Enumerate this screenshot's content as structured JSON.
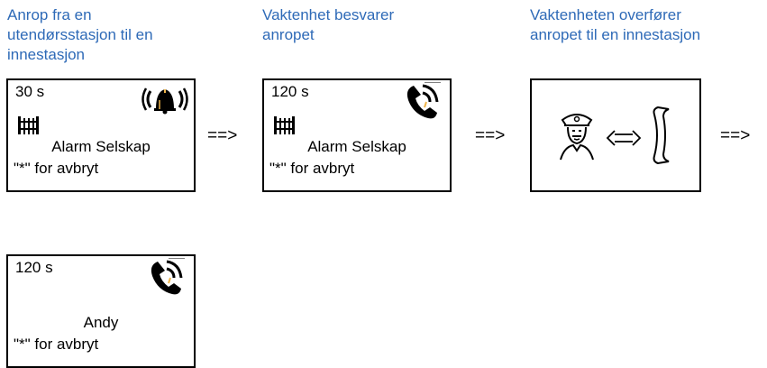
{
  "steps": [
    {
      "caption": [
        "Anrop fra en",
        "utendørsstasjon til en",
        "innestasjon"
      ],
      "time": "30 s",
      "name": "Alarm Selskap",
      "cancel": "\"*\" for avbryt",
      "icon": "ringing-bell-icon"
    },
    {
      "caption": [
        "Vaktenhet besvarer",
        "anropet"
      ],
      "time": "120 s",
      "name": "Alarm Selskap",
      "cancel": "\"*\" for avbryt",
      "icon": "phone-call-icon"
    },
    {
      "caption": [
        "Vaktenheten overfører",
        "anropet til en innestasjon"
      ],
      "icon": "guard-transfer-icon"
    },
    {
      "time": "120 s",
      "name": "Andy",
      "cancel": "\"*\" for avbryt",
      "icon": "phone-call-icon"
    }
  ],
  "arrow_label": "==>",
  "colors": {
    "caption": "#2e6ab7",
    "icon_accent": "#f0b54a"
  }
}
